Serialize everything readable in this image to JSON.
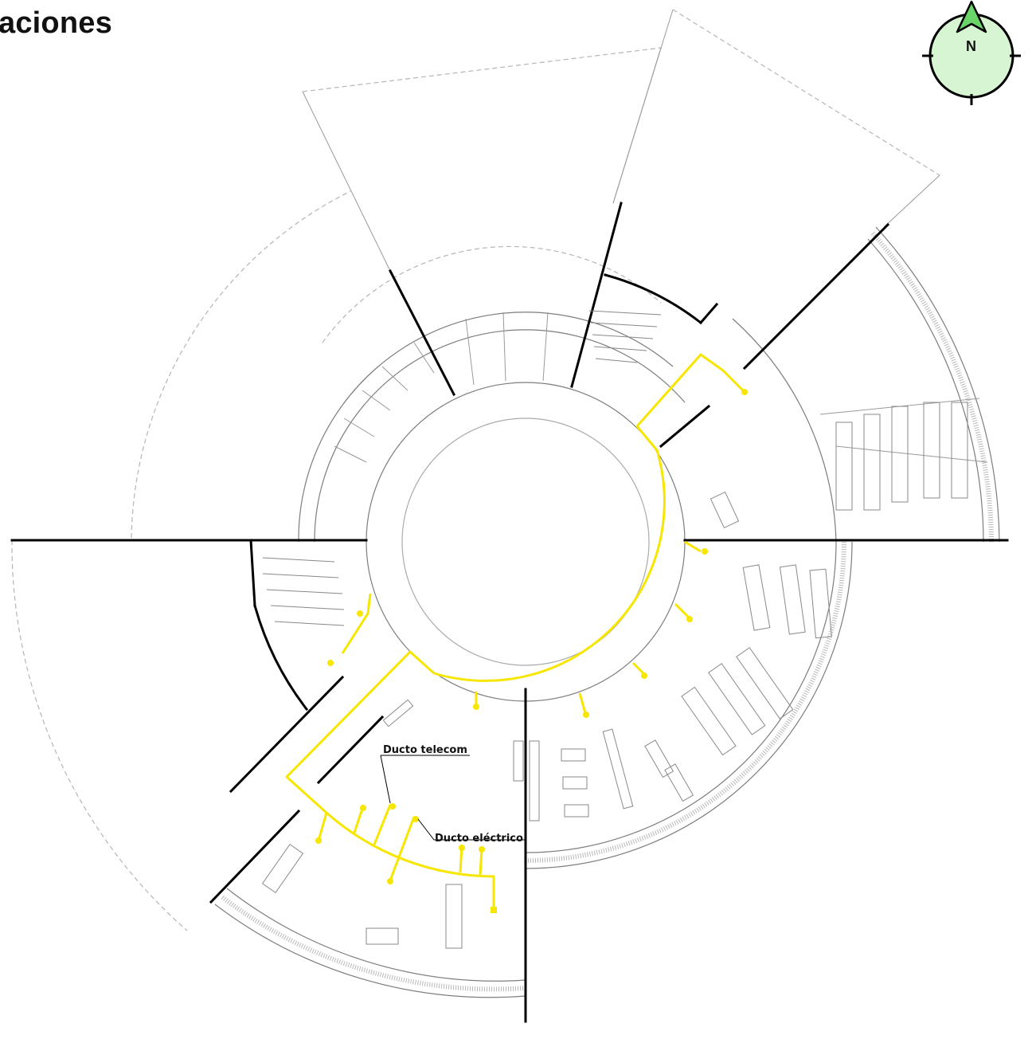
{
  "title": "aciones",
  "compass": {
    "north_label": "N",
    "fill_color": "#d7f5d2"
  },
  "labels": {
    "telecom": "Ducto telecom",
    "electric": "Ducto eléctrico"
  },
  "colors": {
    "conduit": "#f7e600",
    "wall": "#000000",
    "line": "#8a8a8a",
    "dashed": "#b0b0b0"
  }
}
